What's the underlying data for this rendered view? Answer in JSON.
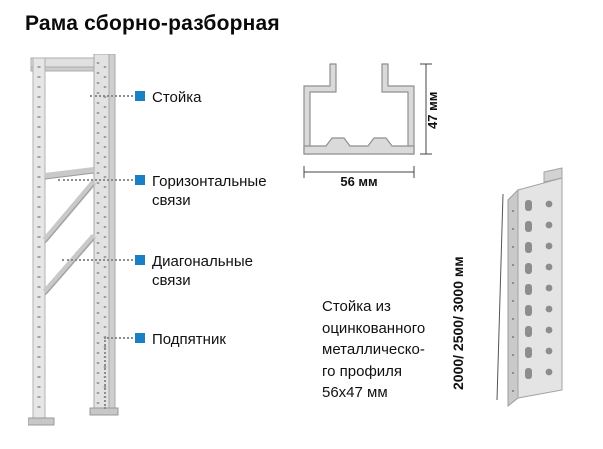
{
  "title": "Рама сборно-разборная",
  "colors": {
    "accent_blue": "#1b7fc4",
    "steel_light": "#e4e4e4",
    "steel_mid": "#c9c9c9",
    "steel_dark": "#8f8f8f",
    "text": "#111111"
  },
  "frame_labels": [
    {
      "label": "Стойка"
    },
    {
      "label": "Горизонтальные\nсвязи"
    },
    {
      "label": "Диагональные\nсвязи"
    },
    {
      "label": "Подпятник"
    }
  ],
  "profile_section": {
    "width_dim": "56 мм",
    "height_dim": "47 мм"
  },
  "upright_view": {
    "length_dim": "2000/ 2500/ 3000 мм"
  },
  "description": "Стойка из\nоцинкованного\nметаллическо-\nго профиля\n56х47 мм"
}
